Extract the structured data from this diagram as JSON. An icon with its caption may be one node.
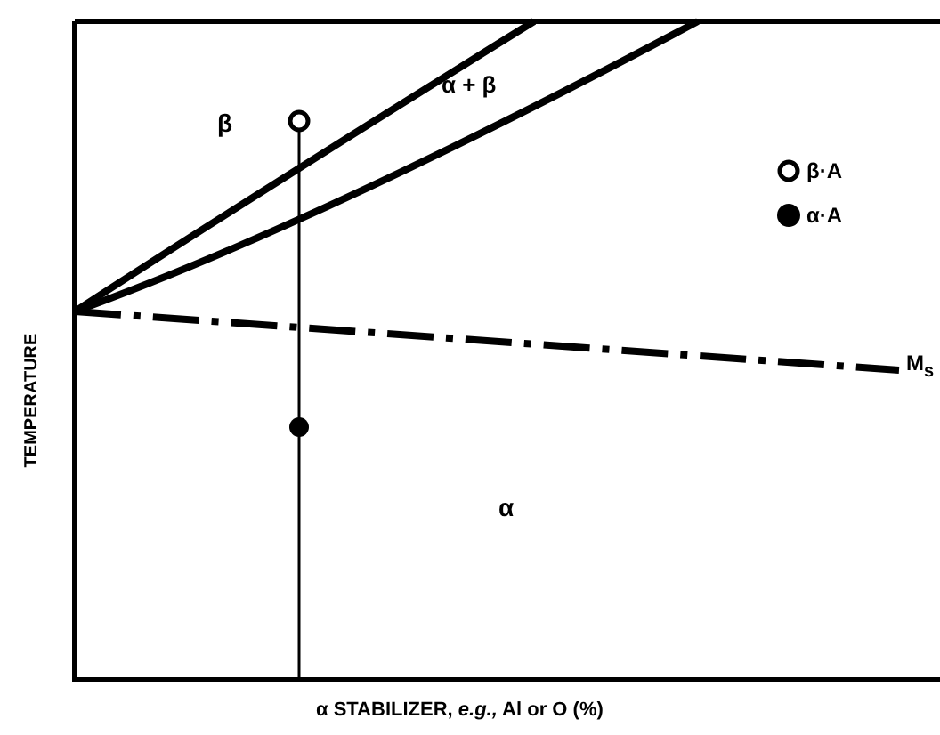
{
  "diagram": {
    "labels": [
      "β",
      "α + β",
      "α",
      "M$_{s}$",
      "TEMPERATURE",
      "α STABILIZER, *e.g.,* Al or O (%)"
    ],
    "legend": [
      {
        "text": "β·A"
      },
      {
        "text": "α·A"
      }
    ]
  }
}
